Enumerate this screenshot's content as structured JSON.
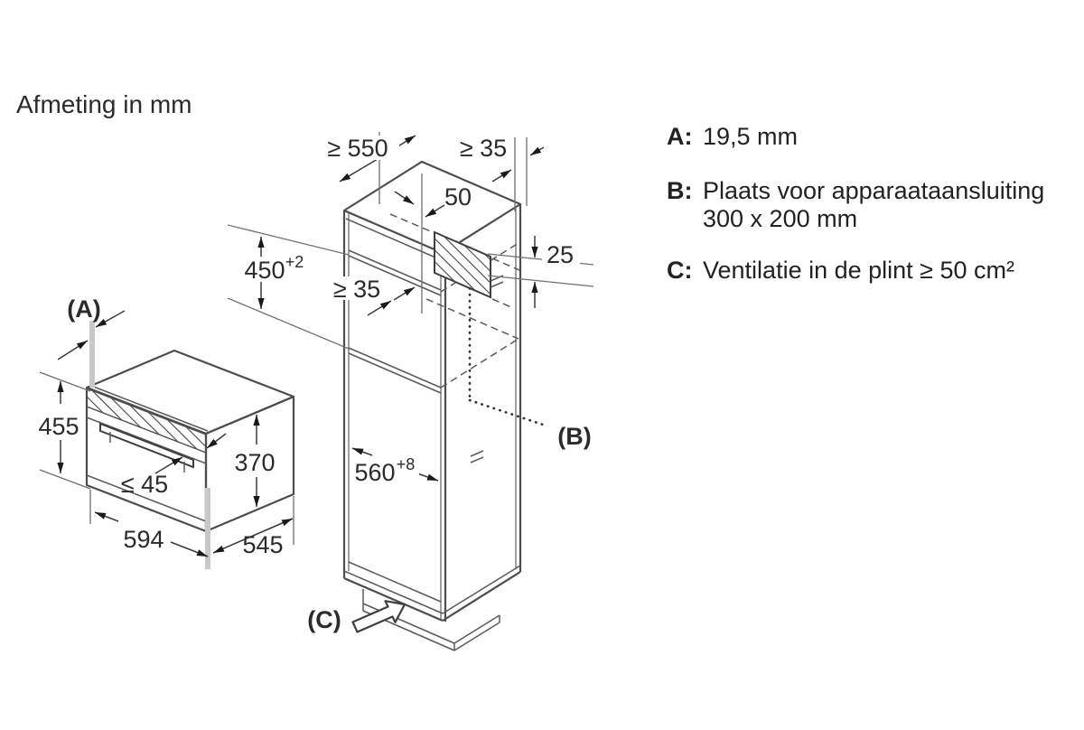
{
  "title": "Afmeting in mm",
  "legend": {
    "items": [
      {
        "key": "A:",
        "text": "19,5 mm",
        "text2": ""
      },
      {
        "key": "B:",
        "text": "Plaats voor apparaataansluiting",
        "text2": "300 x 200 mm"
      },
      {
        "key": "C:",
        "text": "Ventilatie in de plint ≥ 50 cm²",
        "text2": ""
      }
    ]
  },
  "oven": {
    "label_a": "(A)",
    "height": "455",
    "body_height": "370",
    "handle_depth": "≤ 45",
    "width": "594",
    "depth": "545"
  },
  "cabinet": {
    "top_depth": "≥ 550",
    "top_side_gap": "≥ 35",
    "top_back_gap": "50",
    "connection_offset": "25",
    "niche_height": "450",
    "niche_height_tol": "+2",
    "shelf_gap": "≥ 35",
    "niche_width": "560",
    "niche_width_tol": "+8",
    "label_b": "(B)",
    "label_c": "(C)"
  },
  "colors": {
    "line": "#4d4d4d",
    "text": "#2b2b2b",
    "arrow": "#1a1a1a"
  }
}
